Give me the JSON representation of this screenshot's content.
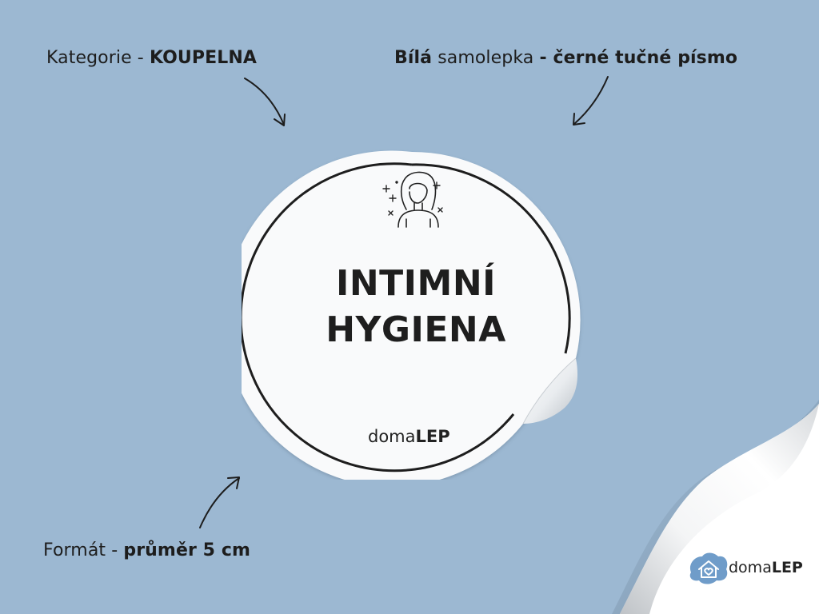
{
  "captions": {
    "category_prefix": "Kategorie - ",
    "category_value": "KOUPELNA",
    "material_strong1": "Bílá",
    "material_text": " samolepka ",
    "material_strong2": "- černé tučné písmo",
    "format_prefix": "Formát - ",
    "format_value": "průměr 5 cm"
  },
  "sticker": {
    "title_line1": "INTIMNÍ",
    "title_line2": "HYGIENA",
    "brand_light": "doma",
    "brand_bold": "LEP",
    "icon": "woman-with-sparkles-icon"
  },
  "logo": {
    "light": "doma",
    "bold": "LEP",
    "icon": "house-heart-icon"
  },
  "colors": {
    "background": "#9cb8d2",
    "sticker": "#f9fafb",
    "ink": "#1e1e1e",
    "logo_accent": "#6f9cc9"
  }
}
